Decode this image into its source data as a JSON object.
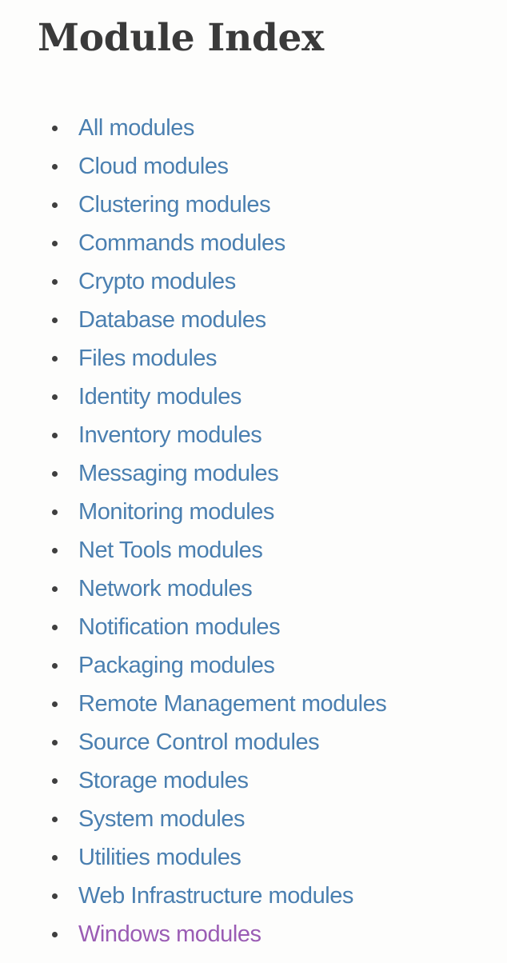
{
  "page": {
    "title": "Module Index",
    "background_color": "#fdfdfc",
    "title_color": "#3a3a3a",
    "link_color": "#4a7fb0",
    "visited_link_color": "#9a5cb4",
    "bullet_color": "#3f3f3f"
  },
  "module_index": {
    "items": [
      {
        "label": "All modules",
        "state": "unvisited"
      },
      {
        "label": "Cloud modules",
        "state": "unvisited"
      },
      {
        "label": "Clustering modules",
        "state": "unvisited"
      },
      {
        "label": "Commands modules",
        "state": "unvisited"
      },
      {
        "label": "Crypto modules",
        "state": "unvisited"
      },
      {
        "label": "Database modules",
        "state": "unvisited"
      },
      {
        "label": "Files modules",
        "state": "unvisited"
      },
      {
        "label": "Identity modules",
        "state": "unvisited"
      },
      {
        "label": "Inventory modules",
        "state": "unvisited"
      },
      {
        "label": "Messaging modules",
        "state": "unvisited"
      },
      {
        "label": "Monitoring modules",
        "state": "unvisited"
      },
      {
        "label": "Net Tools modules",
        "state": "unvisited"
      },
      {
        "label": "Network modules",
        "state": "unvisited"
      },
      {
        "label": "Notification modules",
        "state": "unvisited"
      },
      {
        "label": "Packaging modules",
        "state": "unvisited"
      },
      {
        "label": "Remote Management modules",
        "state": "unvisited"
      },
      {
        "label": "Source Control modules",
        "state": "unvisited"
      },
      {
        "label": "Storage modules",
        "state": "unvisited"
      },
      {
        "label": "System modules",
        "state": "unvisited"
      },
      {
        "label": "Utilities modules",
        "state": "unvisited"
      },
      {
        "label": "Web Infrastructure modules",
        "state": "unvisited"
      },
      {
        "label": "Windows modules",
        "state": "visited"
      }
    ]
  }
}
